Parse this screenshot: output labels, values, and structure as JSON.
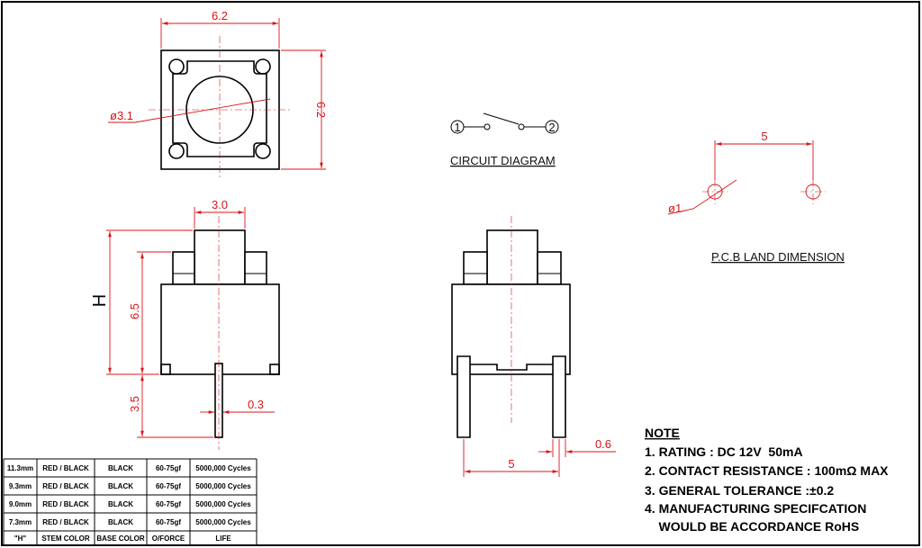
{
  "top_view": {
    "width_dim": "6.2",
    "height_dim": "6.2",
    "diameter_dim": "ø3.1"
  },
  "circuit": {
    "pin1": "1",
    "pin2": "2",
    "title": "CIRCUIT DIAGRAM"
  },
  "pcb": {
    "spacing_dim": "5",
    "hole_dim": "ø1",
    "title": "P.C.B LAND DIMENSION"
  },
  "side_view": {
    "actuator_dim": "3.0",
    "h_label": "H",
    "body_dim": "6.5",
    "lead_dim": "3.5",
    "lead_thickness_dim": "0.3"
  },
  "front_view": {
    "pitch_dim": "5",
    "lead_width_dim": "0.6"
  },
  "notes": {
    "title": "NOTE",
    "items": [
      "1. RATING : DC 12V  50mA",
      "2. CONTACT RESISTANCE : 100mΩ MAX",
      "3. GENERAL TOLERANCE :±0.2",
      "4. MANUFACTURING SPECIFCATION",
      "    WOULD BE ACCORDANCE RoHS"
    ]
  },
  "spec_table": {
    "headers": [
      "\"H\"",
      "STEM COLOR",
      "BASE COLOR",
      "O/FORCE",
      "LIFE"
    ],
    "rows": [
      [
        "11.3mm",
        "RED / BLACK",
        "BLACK",
        "60-75gf",
        "5000,000 Cycles"
      ],
      [
        "9.3mm",
        "RED / BLACK",
        "BLACK",
        "60-75gf",
        "5000,000 Cycles"
      ],
      [
        "9.0mm",
        "RED / BLACK",
        "BLACK",
        "60-75gf",
        "5000,000 Cycles"
      ],
      [
        "7.3mm",
        "RED / BLACK",
        "BLACK",
        "60-75gf",
        "5000,000 Cycles"
      ]
    ]
  },
  "colors": {
    "outline": "#000000",
    "dimension": "#d8141a",
    "background": "#ffffff"
  }
}
